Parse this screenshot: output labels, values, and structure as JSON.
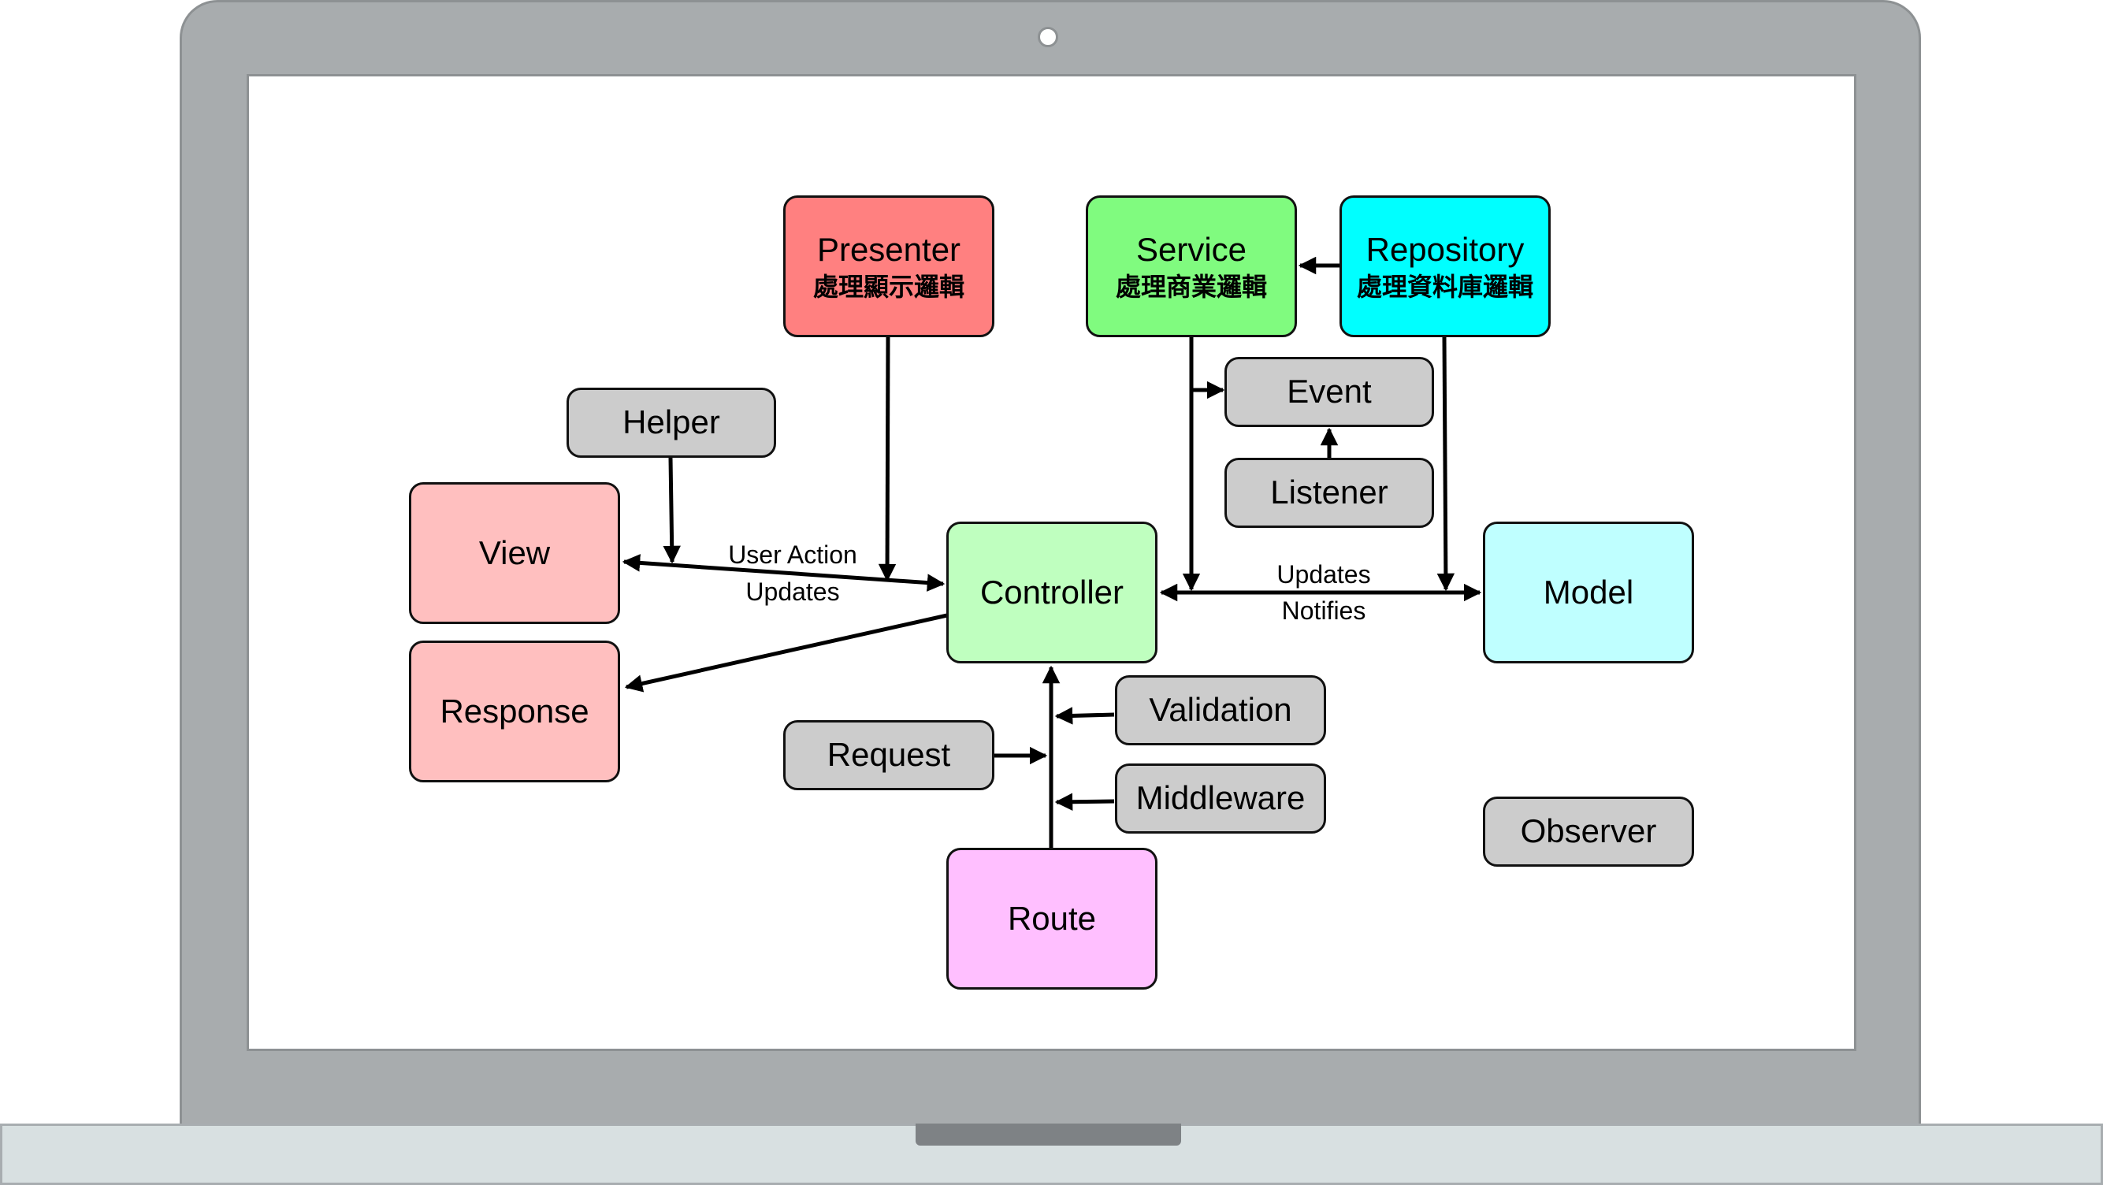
{
  "diagram": {
    "nodes": [
      {
        "id": "presenter",
        "title": "Presenter",
        "subtitle": "處理顯示邏輯",
        "color": "#ff8080"
      },
      {
        "id": "service",
        "title": "Service",
        "subtitle": "處理商業邏輯",
        "color": "#80fb7f"
      },
      {
        "id": "repository",
        "title": "Repository",
        "subtitle": "處理資料庫邏輯",
        "color": "#00ffff"
      },
      {
        "id": "event",
        "title": "Event",
        "color": "#cccccc"
      },
      {
        "id": "listener",
        "title": "Listener",
        "color": "#cccccc"
      },
      {
        "id": "helper",
        "title": "Helper",
        "color": "#cccccc"
      },
      {
        "id": "view",
        "title": "View",
        "color": "#ffbfbf"
      },
      {
        "id": "response",
        "title": "Response",
        "color": "#ffbfbf"
      },
      {
        "id": "controller",
        "title": "Controller",
        "color": "#bfffbf"
      },
      {
        "id": "model",
        "title": "Model",
        "color": "#bfffff"
      },
      {
        "id": "validation",
        "title": "Validation",
        "color": "#cccccc"
      },
      {
        "id": "request",
        "title": "Request",
        "color": "#cccccc"
      },
      {
        "id": "middleware",
        "title": "Middleware",
        "color": "#cccccc"
      },
      {
        "id": "observer",
        "title": "Observer",
        "color": "#cccccc"
      },
      {
        "id": "route",
        "title": "Route",
        "color": "#ffbfff"
      }
    ],
    "edges": [
      {
        "from": "repository",
        "to": "service"
      },
      {
        "from": "service",
        "to": "event"
      },
      {
        "from": "listener",
        "to": "event"
      },
      {
        "from": "presenter",
        "to": "controller"
      },
      {
        "from": "helper",
        "to": "view"
      },
      {
        "from": "view",
        "to": "controller",
        "bidirectional": true
      },
      {
        "from": "controller",
        "to": "response"
      },
      {
        "from": "service",
        "to": "controller"
      },
      {
        "from": "repository",
        "to": "model"
      },
      {
        "from": "controller",
        "to": "model",
        "bidirectional": true
      },
      {
        "from": "route",
        "to": "controller"
      },
      {
        "from": "request",
        "to": "route"
      },
      {
        "from": "validation",
        "to": "route"
      },
      {
        "from": "middleware",
        "to": "route"
      }
    ],
    "labels": {
      "user_action": "User Action",
      "updates_left": "Updates",
      "updates_right": "Updates",
      "notifies": "Notifies"
    }
  }
}
